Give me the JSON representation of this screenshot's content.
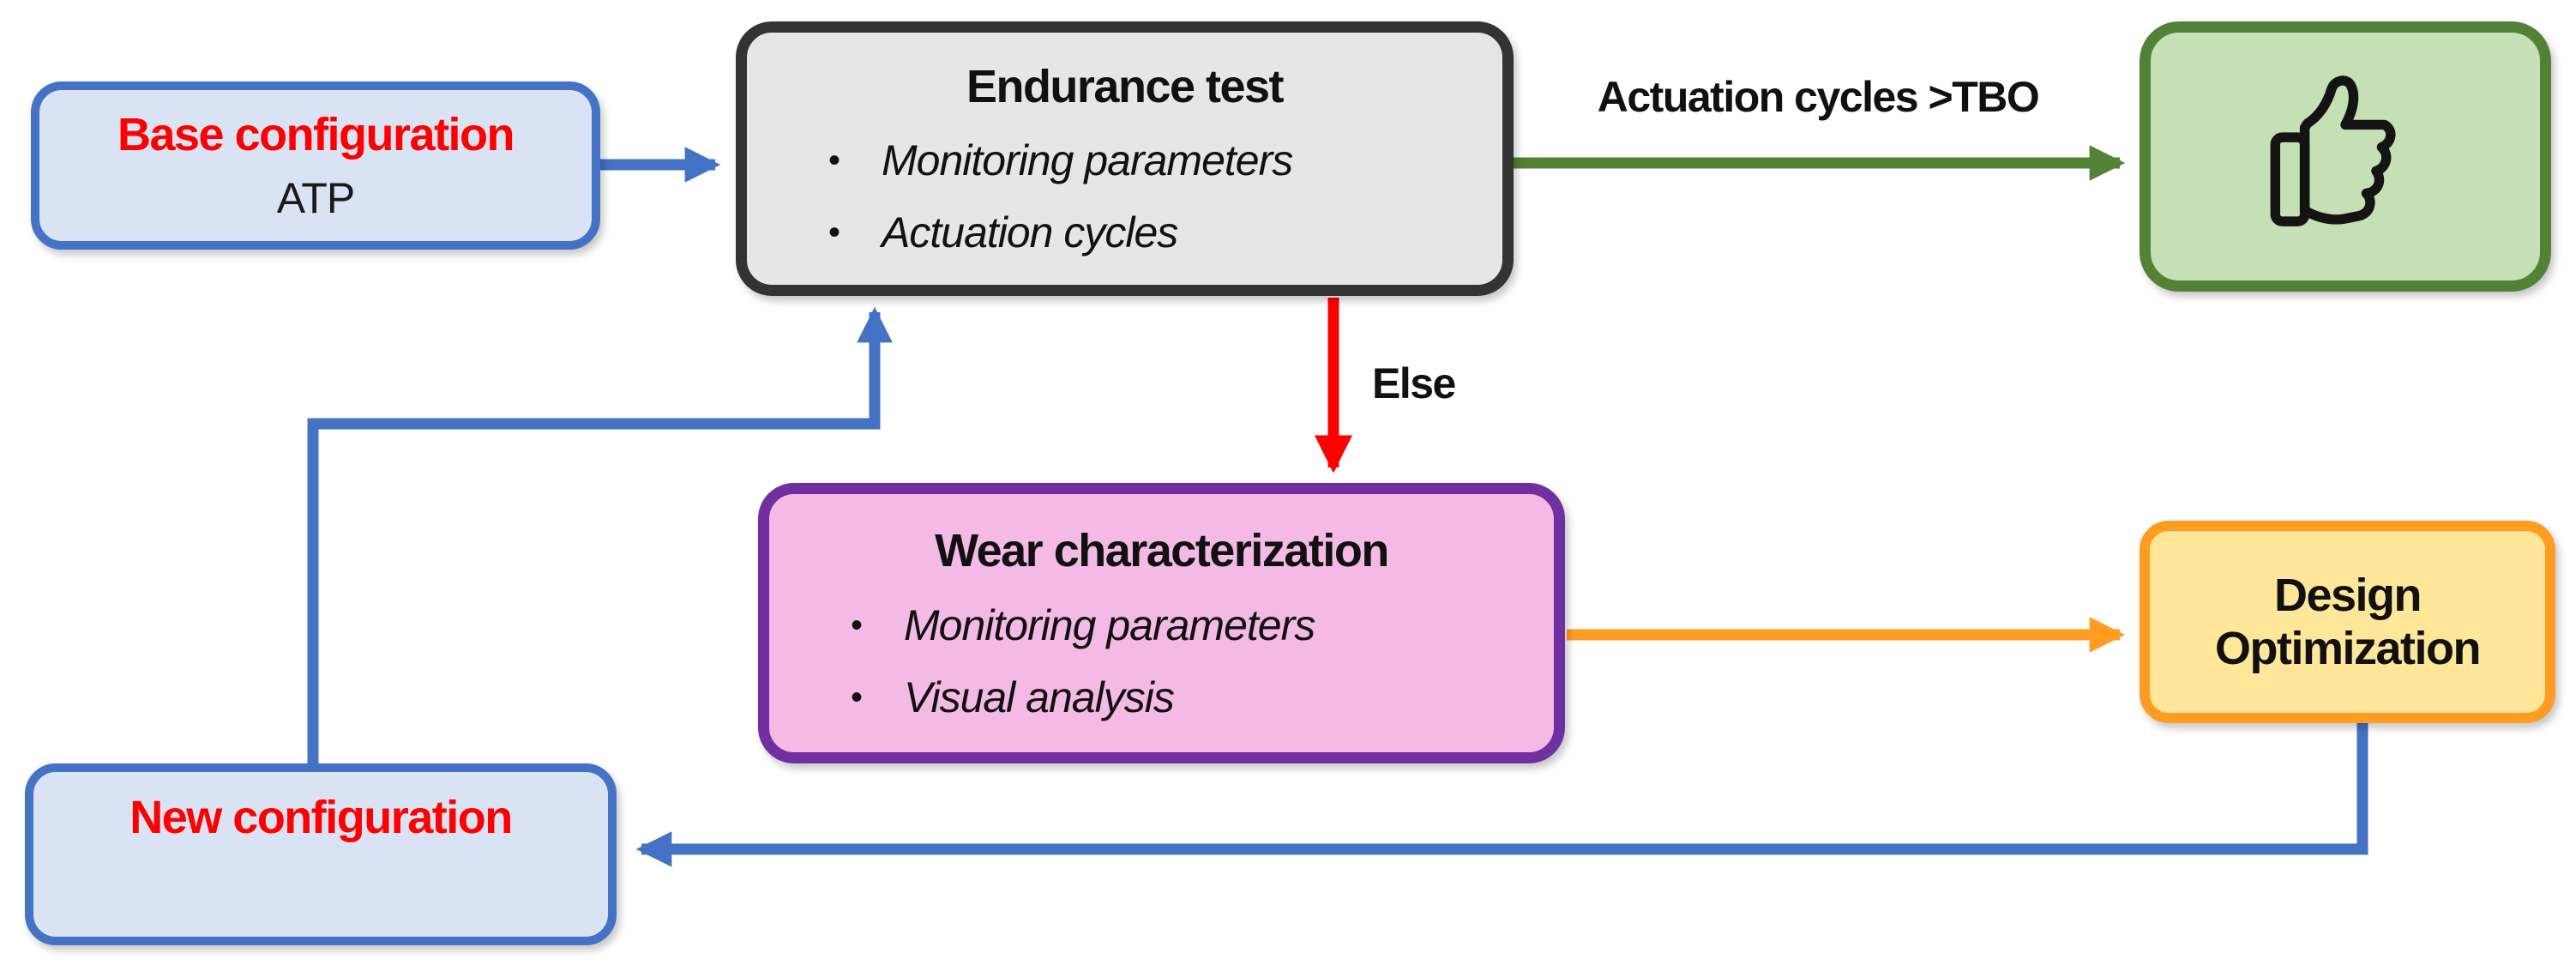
{
  "diagram": {
    "type": "flowchart",
    "description": "Endurance test loop for design optimization"
  },
  "nodes": {
    "base_config": {
      "title": "Base configuration",
      "subtitle": "ATP",
      "fill": "#dae3f3",
      "border": "#4472c4",
      "title_color": "#ff0000"
    },
    "endurance": {
      "title": "Endurance test",
      "bullets": [
        "Monitoring parameters",
        "Actuation cycles"
      ],
      "fill": "#e7e6e6",
      "border": "#333333"
    },
    "success": {
      "icon": "thumbs-up-icon",
      "fill": "#c5e0b4",
      "border": "#538135"
    },
    "wear": {
      "title": "Wear characterization",
      "bullets": [
        "Monitoring parameters",
        "Visual analysis"
      ],
      "fill": "#f5b9e5",
      "border": "#7030a0"
    },
    "design": {
      "title": "Design Optimization",
      "fill": "#ffe699",
      "border": "#ff9d23"
    },
    "new_config": {
      "title": "New configuration",
      "fill": "#dae3f3",
      "border": "#4472c4",
      "title_color": "#ff0000"
    }
  },
  "edges": {
    "base_to_endurance": {
      "color": "#4472c4",
      "label": ""
    },
    "endurance_to_success": {
      "color": "#538135",
      "label": "Actuation cycles >TBO"
    },
    "endurance_to_wear": {
      "color": "#ff0000",
      "label": "Else"
    },
    "wear_to_design": {
      "color": "#ff9d23",
      "label": ""
    },
    "design_to_new_config": {
      "color": "#4472c4",
      "label": ""
    },
    "new_config_to_endurance": {
      "color": "#4472c4",
      "label": ""
    }
  },
  "ui": {
    "bullet_glyph": "•"
  }
}
